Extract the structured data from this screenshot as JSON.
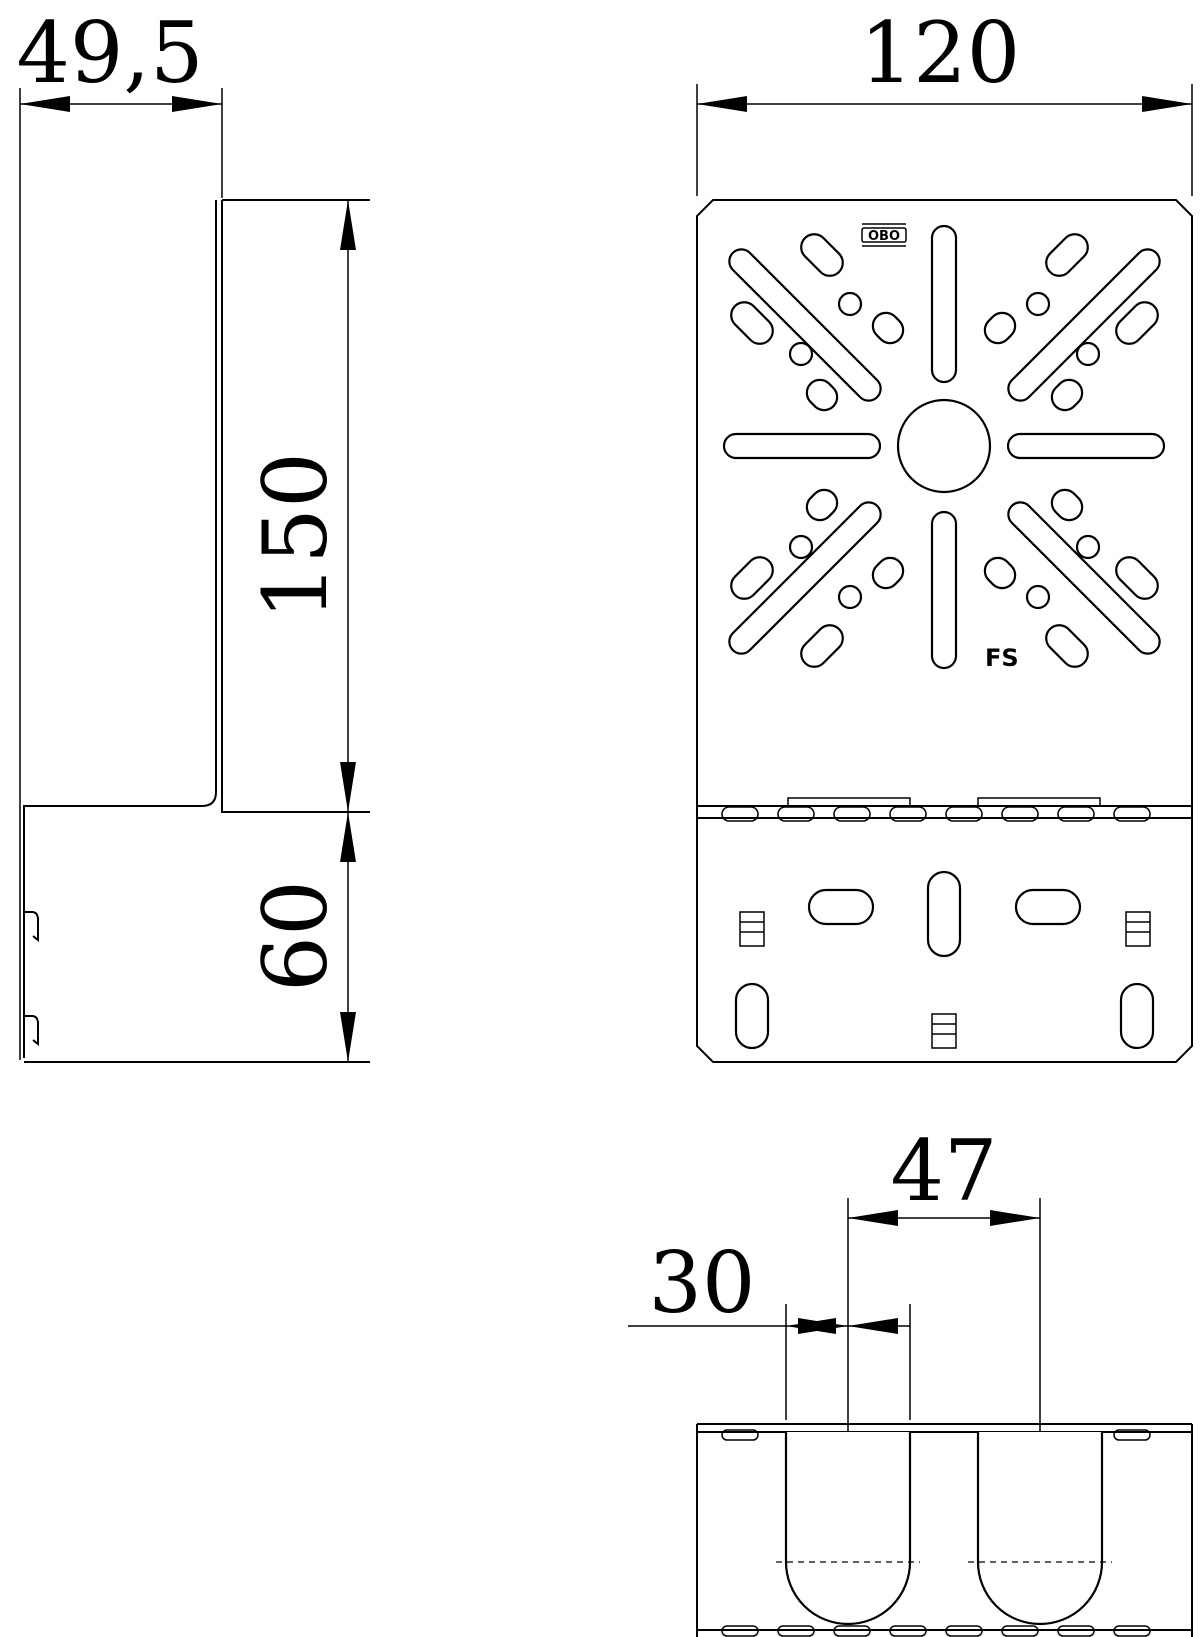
{
  "dimensions": {
    "side_width": "49,5",
    "side_height_upper": "150",
    "side_height_lower": "60",
    "front_width": "120",
    "bottom_spacing": "47",
    "bottom_slot": "30"
  },
  "labels": {
    "brand": "OBO",
    "marking": "FS"
  }
}
